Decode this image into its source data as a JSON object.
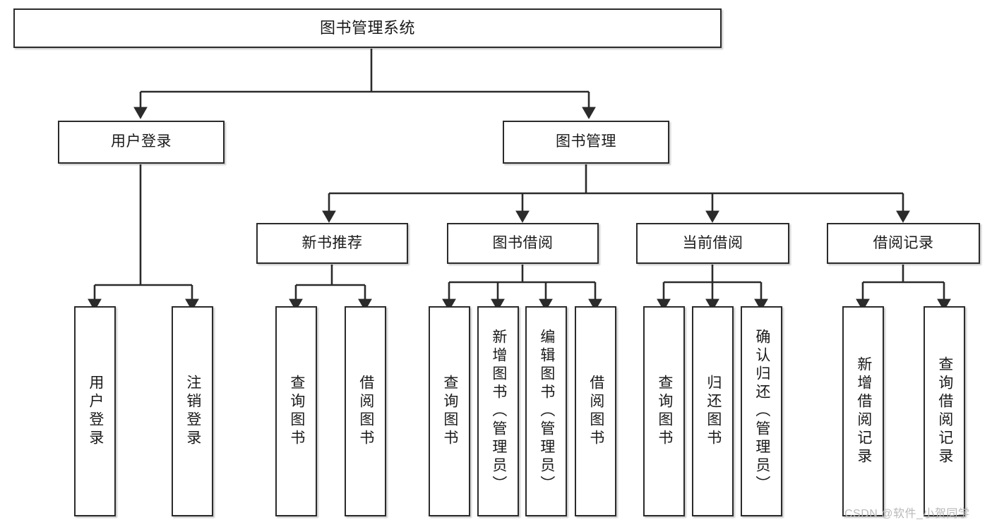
{
  "diagram": {
    "title": "图书管理系统",
    "type": "tree",
    "colors": {
      "box_border": "#2b2b2b",
      "box_fill": "#ffffff",
      "connector": "#2b2b2b",
      "text": "#1a1a1a",
      "watermark": "#b9b9b9"
    },
    "levels": {
      "root": {
        "label": "图书管理系统"
      },
      "level2": [
        {
          "id": "user-login",
          "label": "用户登录"
        },
        {
          "id": "book-management",
          "label": "图书管理"
        }
      ],
      "level3": [
        {
          "id": "new-book-recommend",
          "label": "新书推荐"
        },
        {
          "id": "book-borrow",
          "label": "图书借阅"
        },
        {
          "id": "current-borrow",
          "label": "当前借阅"
        },
        {
          "id": "borrow-record",
          "label": "借阅记录"
        }
      ],
      "leaves": {
        "user-login": [
          {
            "id": "leaf-user-login",
            "label": "用户登录"
          },
          {
            "id": "leaf-logout-login",
            "label": "注销登录"
          }
        ],
        "new-book-recommend": [
          {
            "id": "leaf-query-book-1",
            "label": "查询图书"
          },
          {
            "id": "leaf-borrow-book-1",
            "label": "借阅图书"
          }
        ],
        "book-borrow": [
          {
            "id": "leaf-query-book-2",
            "label": "查询图书"
          },
          {
            "id": "leaf-add-book",
            "label": "新增图书（管理员）"
          },
          {
            "id": "leaf-edit-book",
            "label": "编辑图书（管理员）"
          },
          {
            "id": "leaf-borrow-book-2",
            "label": "借阅图书"
          }
        ],
        "current-borrow": [
          {
            "id": "leaf-query-book-3",
            "label": "查询图书"
          },
          {
            "id": "leaf-return-book",
            "label": "归还图书"
          },
          {
            "id": "leaf-confirm-return",
            "label": "确认归还（管理员）"
          }
        ],
        "borrow-record": [
          {
            "id": "leaf-add-record",
            "label": "新增借阅记录"
          },
          {
            "id": "leaf-query-record",
            "label": "查询借阅记录"
          }
        ]
      }
    },
    "watermark": "CSDN @软件_小贺同学"
  }
}
